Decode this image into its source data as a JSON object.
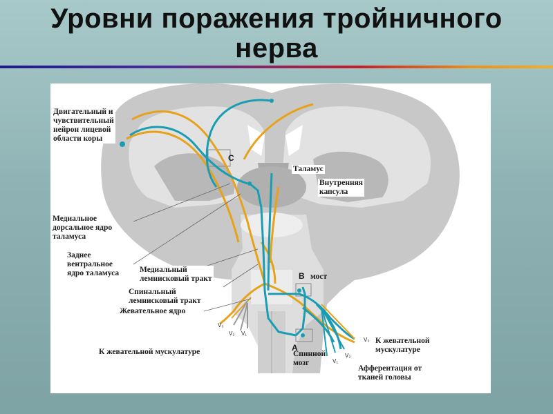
{
  "slide": {
    "title": "Уровни поражения тройничного\nнерва"
  },
  "diagram": {
    "labels": {
      "cortex_neuron": "Двигательный и\nчувствительный\nнейрон лицевой\nобласти коры",
      "thalamus": "Таламус",
      "internal_capsule": "Внутренняя\nкапсула",
      "medial_dorsal_nucleus": "Медиальное\nдорсальное ядро\nталамуса",
      "posterior_ventral_nucleus": "Заднее\nвентральное\nядро таламуса",
      "medial_lemniscus": "Медиальный\nлемнисковый тракт",
      "spinal_lemniscus": "Спинальный\nлемнисковый тракт",
      "masticatory_nucleus": "Жевательное ядро",
      "pons": "мост",
      "to_muscles_left": "К жевательной мускулатуре",
      "to_muscles_right": "К жевательной\nмускулатуре",
      "spinal_cord": "Спинной\nмозг",
      "afferentation": "Афферентация от\nтканей головы"
    },
    "level_letters": {
      "a": "A",
      "b": "B",
      "c": "C"
    },
    "branch_labels": {
      "v1": "V₁",
      "v2": "V₂",
      "v3": "V₃"
    },
    "colors": {
      "motor_pathway": "#e6a21a",
      "sensory_pathway": "#1a9cb3",
      "brain_tissue": "#c9c9c9"
    }
  }
}
